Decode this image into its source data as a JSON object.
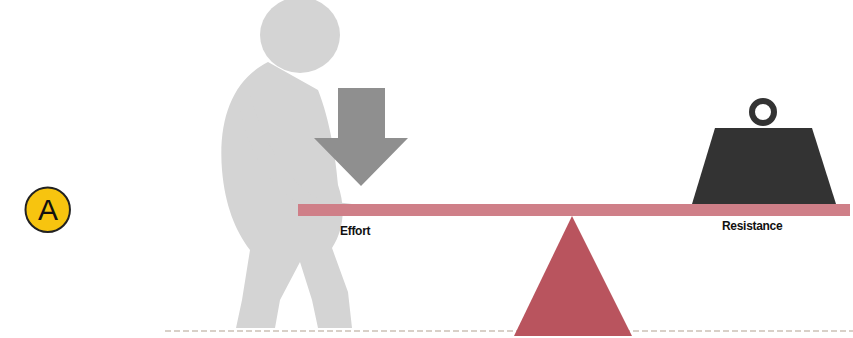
{
  "diagram": {
    "nodes": [
      {
        "text": [
          "A"
        ]
      }
    ],
    "labels": [
      "Effort",
      "Resistance"
    ]
  }
}
